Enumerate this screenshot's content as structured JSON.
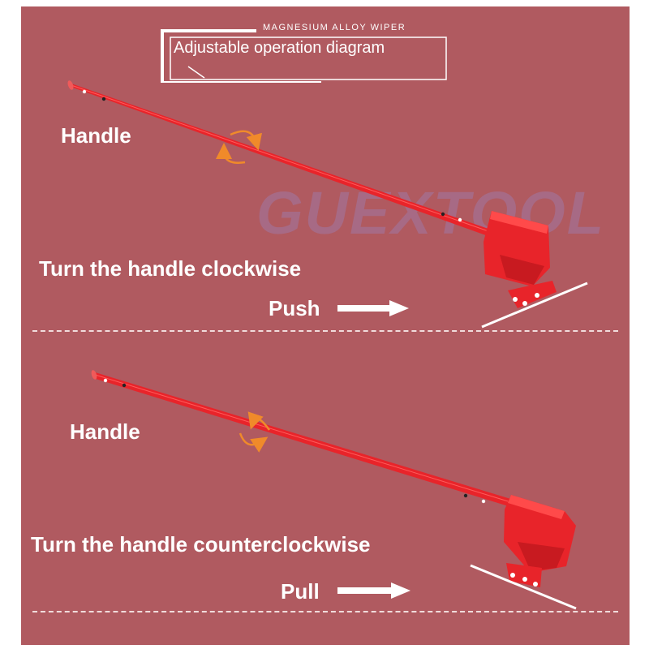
{
  "header": {
    "subtitle": "MAGNESIUM ALLOY WIPER",
    "title": "Adjustable operation diagram"
  },
  "watermark": "GUEXTOOL",
  "sections": [
    {
      "handle_label": "Handle",
      "instruction": "Turn the handle clockwise",
      "action": "Push",
      "rotation": "clockwise"
    },
    {
      "handle_label": "Handle",
      "instruction": "Turn the handle counterclockwise",
      "action": "Pull",
      "rotation": "counterclockwise"
    }
  ],
  "colors": {
    "background": "#b05a60",
    "tool": "#e8242a",
    "rotation_arrow": "#f08a2a",
    "text": "#ffffff"
  }
}
